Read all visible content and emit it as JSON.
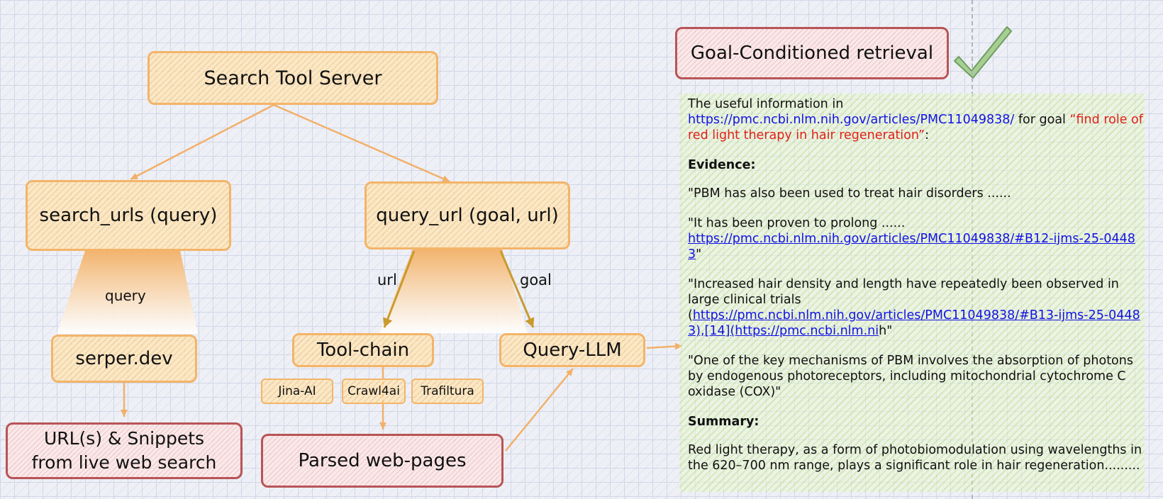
{
  "diagram": {
    "server": "Search Tool Server",
    "search_urls": "search_urls (query)",
    "query_url": "query_url (goal, url)",
    "query_label": "query",
    "url_label": "url",
    "goal_label": "goal",
    "serper": "serper.dev",
    "tool_chain": "Tool-chain",
    "query_llm": "Query-LLM",
    "tools": [
      "Jina-AI",
      "Crawl4ai",
      "Trafiltura"
    ],
    "results_line1": "URL(s) & Snippets",
    "results_line2": "from live web search",
    "parsed": "Parsed web-pages"
  },
  "panel": {
    "title": "Goal-Conditioned retrieval",
    "intro_prefix": "The useful information in",
    "intro_url": "https://pmc.ncbi.nlm.nih.gov/articles/PMC11049838/",
    "intro_mid": " for goal ",
    "intro_goal": "“find role of red light therapy in hair regeneration”",
    "intro_suffix": ":",
    "evidence_heading": "Evidence:",
    "q1": "\"PBM has also been used to treat hair disorders ......",
    "q2_text": "\"It has been proven to prolong ......",
    "q2_link": "https://pmc.ncbi.nlm.nih.gov/articles/PMC11049838/#B12-ijms-25-04483",
    "q2_end": "\"",
    "q3_text": "\"Increased hair density and length have repeatedly been observed in large clinical trials",
    "q3_open": "(",
    "q3_link": "https://pmc.ncbi.nlm.nih.gov/articles/PMC11049838/#B13-ijms-25-04483),[14](https://pmc.ncbi.nlm.ni",
    "q3_end": "h\"",
    "q4": "\"One of the key mechanisms of PBM involves the absorption of photons by endogenous photoreceptors, including mitochondrial cytochrome C oxidase (COX)\"",
    "summary_heading": "Summary:",
    "summary": "Red light therapy, as a form of photobiomodulation using wavelengths in the 620–700 nm range, plays a significant role in hair regeneration........."
  },
  "colors": {
    "box_border": "#f3b469",
    "result_border": "#b85456",
    "arrow": "#f2b06a",
    "gold_arrow": "#c99a2e",
    "link": "#1212e6",
    "goal_text": "#e0201a",
    "panel_bg": "#e2f2c8",
    "check": "#7fae6a"
  }
}
